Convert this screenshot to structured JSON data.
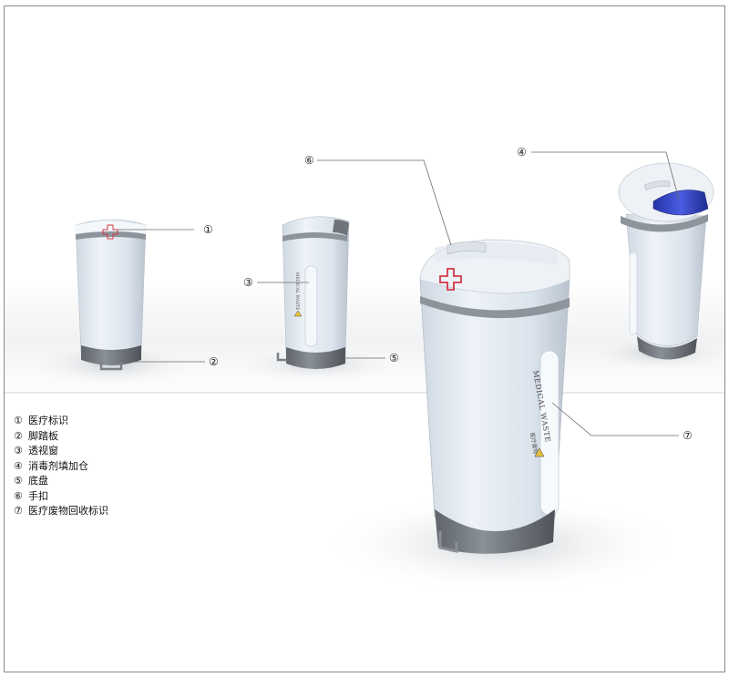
{
  "callouts": [
    "①",
    "②",
    "③",
    "④",
    "⑤",
    "⑥",
    "⑦"
  ],
  "bin_text": {
    "medical_waste": "MEDICAL WASTE",
    "label_cn": "医疗废物"
  },
  "legend": [
    {
      "num": "①",
      "text": "医疗标识"
    },
    {
      "num": "②",
      "text": "脚踏板"
    },
    {
      "num": "③",
      "text": "透视窗"
    },
    {
      "num": "④",
      "text": "消毒剂填加仓"
    },
    {
      "num": "⑤",
      "text": "底盘"
    },
    {
      "num": "⑥",
      "text": "手扣"
    },
    {
      "num": "⑦",
      "text": "医疗废物回收标识"
    }
  ],
  "colors": {
    "body": "#dfe7ef",
    "trim": "#8e949b",
    "base": "#6f747b",
    "cross": "#d23a4a",
    "lid_window": "#3646c8"
  }
}
